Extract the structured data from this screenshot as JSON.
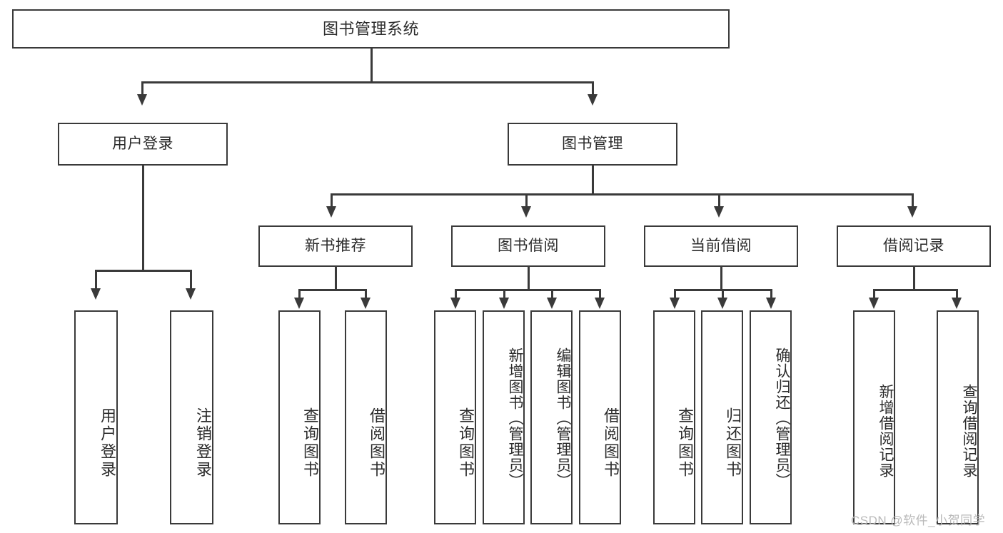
{
  "diagram": {
    "title": "图书管理系统",
    "type": "tree-hierarchy-flowchart",
    "colors": {
      "stroke": "#3a3a3a",
      "fill": "#ffffff",
      "text": "#2b2b2b",
      "watermark": "#b9b9b9"
    },
    "nodes": {
      "root": {
        "label": "图书管理系统"
      },
      "level2": [
        {
          "label": "用户登录"
        },
        {
          "label": "图书管理"
        }
      ],
      "level3": [
        {
          "label": "新书推荐"
        },
        {
          "label": "图书借阅"
        },
        {
          "label": "当前借阅"
        },
        {
          "label": "借阅记录"
        }
      ],
      "leaves": {
        "user_login": [
          {
            "label": "用户登录"
          },
          {
            "label": "注销登录"
          }
        ],
        "new_book_recommend": [
          {
            "label": "查询图书"
          },
          {
            "label": "借阅图书"
          }
        ],
        "book_borrow": [
          {
            "label": "查询图书"
          },
          {
            "label": "新增图书（管理员）"
          },
          {
            "label": "编辑图书（管理员）"
          },
          {
            "label": "借阅图书"
          }
        ],
        "current_borrow": [
          {
            "label": "查询图书"
          },
          {
            "label": "归还图书"
          },
          {
            "label": "确认归还（管理员）"
          }
        ],
        "borrow_records": [
          {
            "label": "新增借阅记录"
          },
          {
            "label": "查询借阅记录"
          }
        ]
      }
    },
    "watermark": "CSDN @软件_小贺同学"
  }
}
